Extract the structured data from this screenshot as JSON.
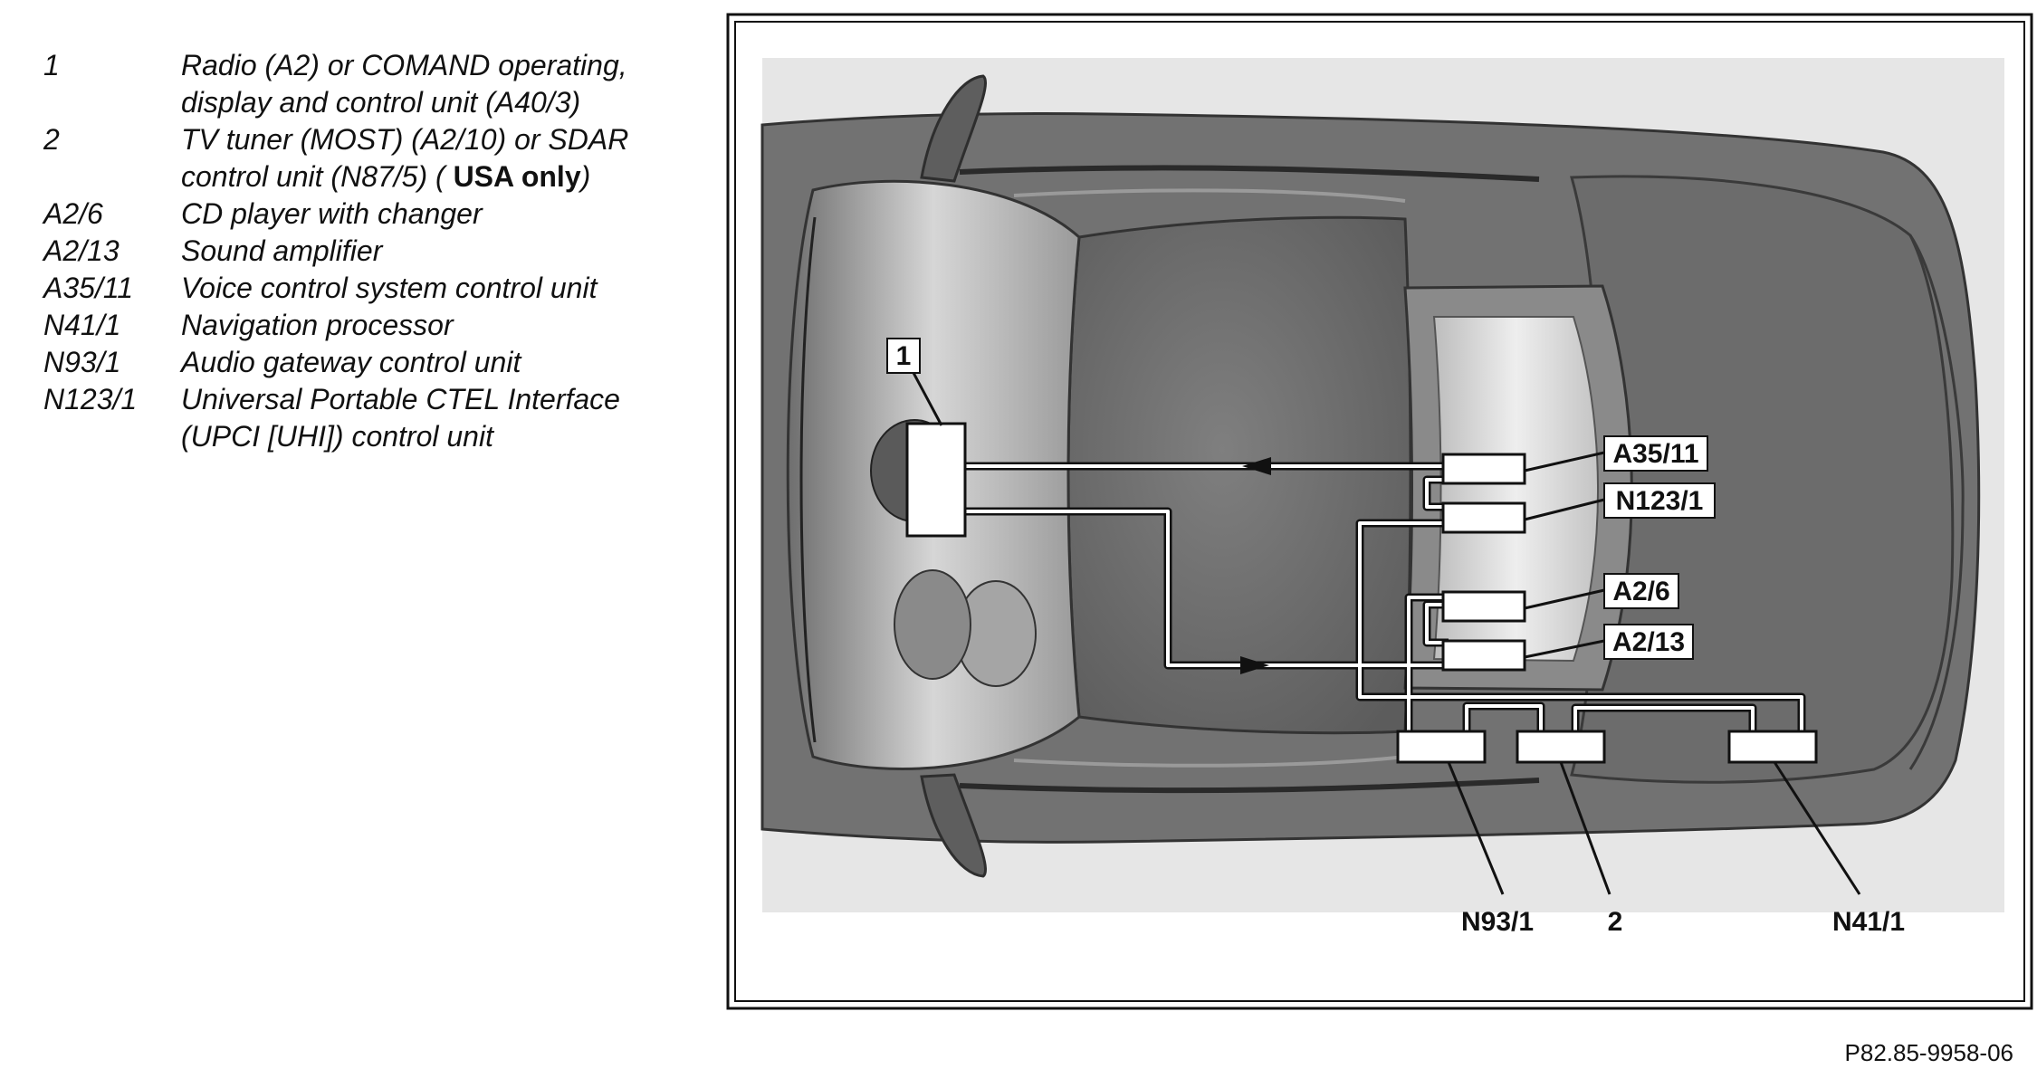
{
  "legend": [
    {
      "code": "1",
      "text": "Radio (A2) or COMAND operating, display and control unit (A40/3)"
    },
    {
      "code": "2",
      "text": "TV tuner (MOST) (A2/10) or SDAR control unit (N87/5) (",
      "bold": "USA only",
      "after": ")"
    },
    {
      "code": "A2/6",
      "text": "CD player with changer"
    },
    {
      "code": "A2/13",
      "text": "Sound amplifier"
    },
    {
      "code": "A35/11",
      "text": "Voice control system control unit"
    },
    {
      "code": "N41/1",
      "text": "Navigation processor"
    },
    {
      "code": "N93/1",
      "text": "Audio gateway control unit"
    },
    {
      "code": "N123/1",
      "text": "Universal Portable CTEL Interface (UPCI [UHI]) control unit"
    }
  ],
  "callouts": {
    "c1": "1",
    "a3511": "A35/11",
    "n1231": "N123/1",
    "a26": "A2/6",
    "a213": "A2/13",
    "n931": "N93/1",
    "c2": "2",
    "n411": "N41/1"
  },
  "figure_id": "P82.85-9958-06",
  "colors": {
    "car_body": "#7a7a7a",
    "car_dark": "#555555",
    "glass": "#9a9a9a",
    "interior": "#c9c9c9",
    "wire": "#ffffff",
    "wire_outline": "#111111"
  }
}
